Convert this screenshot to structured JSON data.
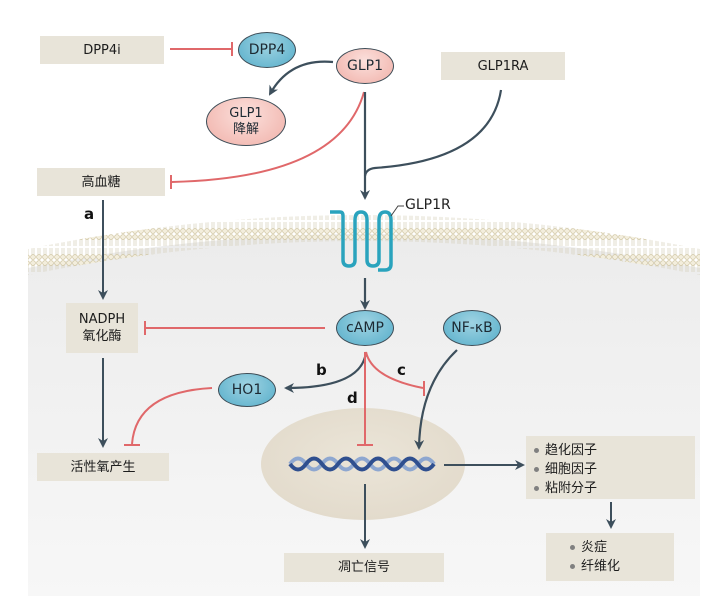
{
  "title": "GLP1 / GLP1R signalling pathway diagram",
  "nodes": {
    "dpp4i": "DPP4i",
    "dpp4": "DPP4",
    "glp1": "GLP1",
    "glp1_degradation": [
      "GLP1",
      "降解"
    ],
    "glp1ra": "GLP1RA",
    "hyperglycemia": "高血糖",
    "glp1r": "GLP1R",
    "nadph_oxidase": [
      "NADPH",
      "氧化酶"
    ],
    "camp": "cAMP",
    "nfkb": "NF-κB",
    "ho1": "HO1",
    "ros_production": "活性氧产生",
    "apoptosis_signal": "凋亡信号",
    "mediators": [
      "趋化因子",
      "细胞因子",
      "粘附分子"
    ],
    "outcomes": [
      "炎症",
      "纤维化"
    ]
  },
  "pathway_letters": {
    "a": "a",
    "b": "b",
    "c": "c",
    "d": "d"
  },
  "colors": {
    "activation_arrow": "#3d4f5c",
    "inhibition_line": "#e0686a",
    "box_fill": "#e8e4d9",
    "oval_blue": "#6cb9d1",
    "oval_pink": "#f3bcb5",
    "receptor": "#2aa3bd",
    "membrane": "#d8cfb2",
    "cytoplasm": "#efefef",
    "nucleus": "#e6dfd0",
    "dna_dark": "#2f4f8f",
    "dna_light": "#8ea7d0"
  },
  "edges": [
    {
      "from": "DPP4i",
      "to": "DPP4",
      "type": "inhibit"
    },
    {
      "from": "GLP1",
      "to": "GLP1 降解",
      "type": "activate"
    },
    {
      "from": "GLP1",
      "to": "高血糖",
      "type": "inhibit"
    },
    {
      "from": "GLP1",
      "to": "GLP1R",
      "type": "activate"
    },
    {
      "from": "GLP1RA",
      "to": "GLP1R",
      "type": "activate"
    },
    {
      "from": "高血糖",
      "to": "NADPH 氧化酶",
      "type": "activate",
      "label": "a"
    },
    {
      "from": "GLP1R",
      "to": "cAMP",
      "type": "activate"
    },
    {
      "from": "cAMP",
      "to": "NADPH 氧化酶",
      "type": "inhibit"
    },
    {
      "from": "cAMP",
      "to": "HO1",
      "type": "activate",
      "label": "b"
    },
    {
      "from": "cAMP",
      "to": "NF-κB→DNA",
      "type": "inhibit",
      "label": "c"
    },
    {
      "from": "cAMP",
      "to": "DNA",
      "type": "inhibit",
      "label": "d"
    },
    {
      "from": "NF-κB",
      "to": "DNA",
      "type": "activate"
    },
    {
      "from": "HO1",
      "to": "活性氧产生",
      "type": "inhibit"
    },
    {
      "from": "NADPH 氧化酶",
      "to": "活性氧产生",
      "type": "activate"
    },
    {
      "from": "DNA",
      "to": "凋亡信号",
      "type": "activate"
    },
    {
      "from": "DNA",
      "to": "趋化因子/细胞因子/粘附分子",
      "type": "activate"
    },
    {
      "from": "趋化因子/细胞因子/粘附分子",
      "to": "炎症/纤维化",
      "type": "activate"
    }
  ]
}
